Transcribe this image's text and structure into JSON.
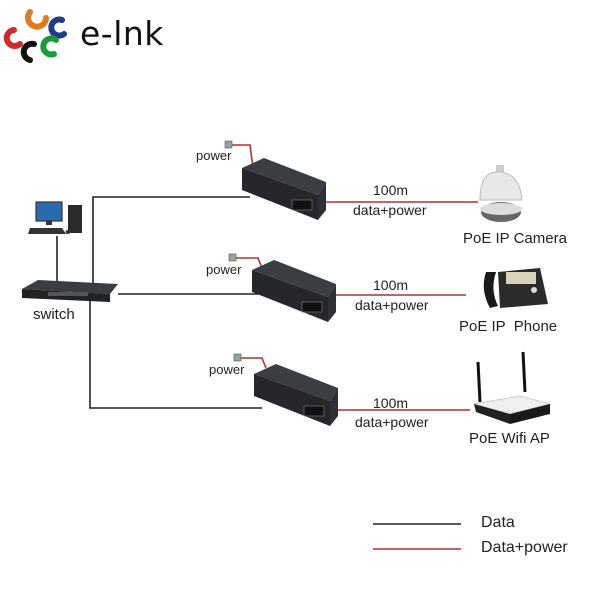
{
  "brand": {
    "name": "e-lnk",
    "logo_colors": [
      "#e07a20",
      "#d12a2a",
      "#1e3a8a",
      "#111111",
      "#1a9a3a"
    ]
  },
  "colors": {
    "data_line": "#222222",
    "data_power_line": "#b03030"
  },
  "switch": {
    "label": "switch"
  },
  "computer": {
    "icon": "desktop-computer-icon"
  },
  "branches": [
    {
      "injector_label": "power",
      "cable_length": "100m",
      "cable_type": "data+power",
      "device_label": "PoE IP Camera",
      "device_icon": "dome-camera-icon"
    },
    {
      "injector_label": "power",
      "cable_length": "100m",
      "cable_type": "data+power",
      "device_label": "PoE IP  Phone",
      "device_icon": "ip-phone-icon"
    },
    {
      "injector_label": "power",
      "cable_length": "100m",
      "cable_type": "data+power",
      "device_label": "PoE Wifi AP",
      "device_icon": "wifi-router-icon"
    }
  ],
  "legend": [
    {
      "label": "Data",
      "color": "#222222"
    },
    {
      "label": "Data+power",
      "color": "#b03030"
    }
  ]
}
